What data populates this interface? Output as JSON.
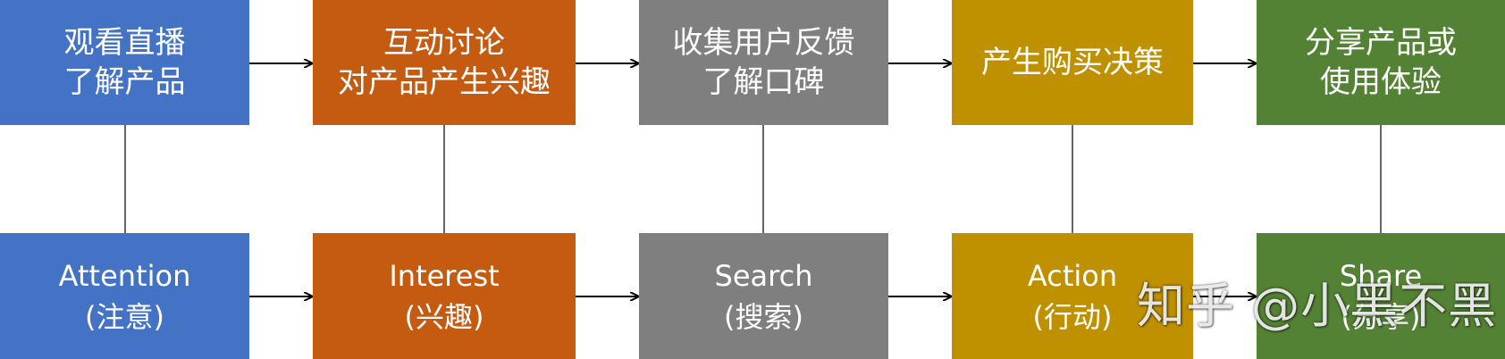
{
  "stages": [
    {
      "key": "attention",
      "top": [
        "观看直播",
        "了解产品"
      ],
      "bottom": [
        "Attention",
        "(注意)"
      ],
      "color": "#4472C4"
    },
    {
      "key": "interest",
      "top": [
        "互动讨论",
        "对产品产生兴趣"
      ],
      "bottom": [
        "Interest",
        "(兴趣)"
      ],
      "color": "#C55A11"
    },
    {
      "key": "search",
      "top": [
        "收集用户反馈",
        "了解口碑"
      ],
      "bottom": [
        "Search",
        "(搜索)"
      ],
      "color": "#7F7F7F"
    },
    {
      "key": "action",
      "top": [
        "产生购买决策"
      ],
      "bottom": [
        "Action",
        "(行动)"
      ],
      "color": "#BF9000"
    },
    {
      "key": "share",
      "top": [
        "分享产品或",
        "使用体验"
      ],
      "bottom": [
        "Share",
        "(分享)"
      ],
      "color": "#548235"
    }
  ],
  "watermark": "知乎 @小黑不黑"
}
